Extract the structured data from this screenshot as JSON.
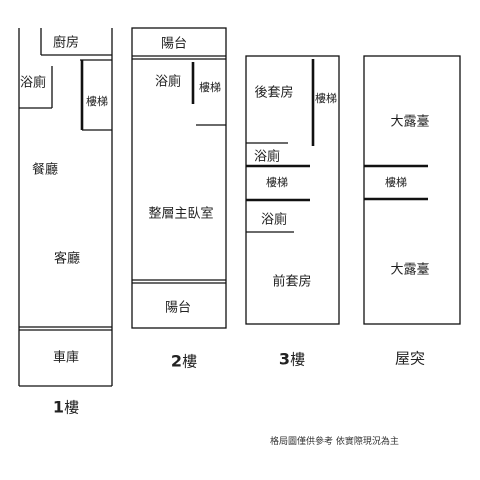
{
  "floors": {
    "f1": {
      "num": "1",
      "unit": "樓",
      "rooms": {
        "kitchen": "廚房",
        "bath": "浴廁",
        "stairs": "樓梯",
        "dining": "餐廳",
        "living": "客廳",
        "garage": "車庫"
      }
    },
    "f2": {
      "num": "2",
      "unit": "樓",
      "rooms": {
        "balcony_top": "陽台",
        "bath": "浴廁",
        "stairs": "樓梯",
        "master": "整層主臥室",
        "balcony_bottom": "陽台"
      }
    },
    "f3": {
      "num": "3",
      "unit": "樓",
      "rooms": {
        "rear_suite": "後套房",
        "stairs_side": "樓梯",
        "bath_upper": "浴廁",
        "stairs_mid": "樓梯",
        "bath_lower": "浴廁",
        "front_suite": "前套房"
      }
    },
    "roof": {
      "name": "屋突",
      "rooms": {
        "terrace_top": "大露臺",
        "stairs": "樓梯",
        "terrace_bottom": "大露臺"
      }
    }
  },
  "note": "格局圖僅供參考 依實際現況為主"
}
